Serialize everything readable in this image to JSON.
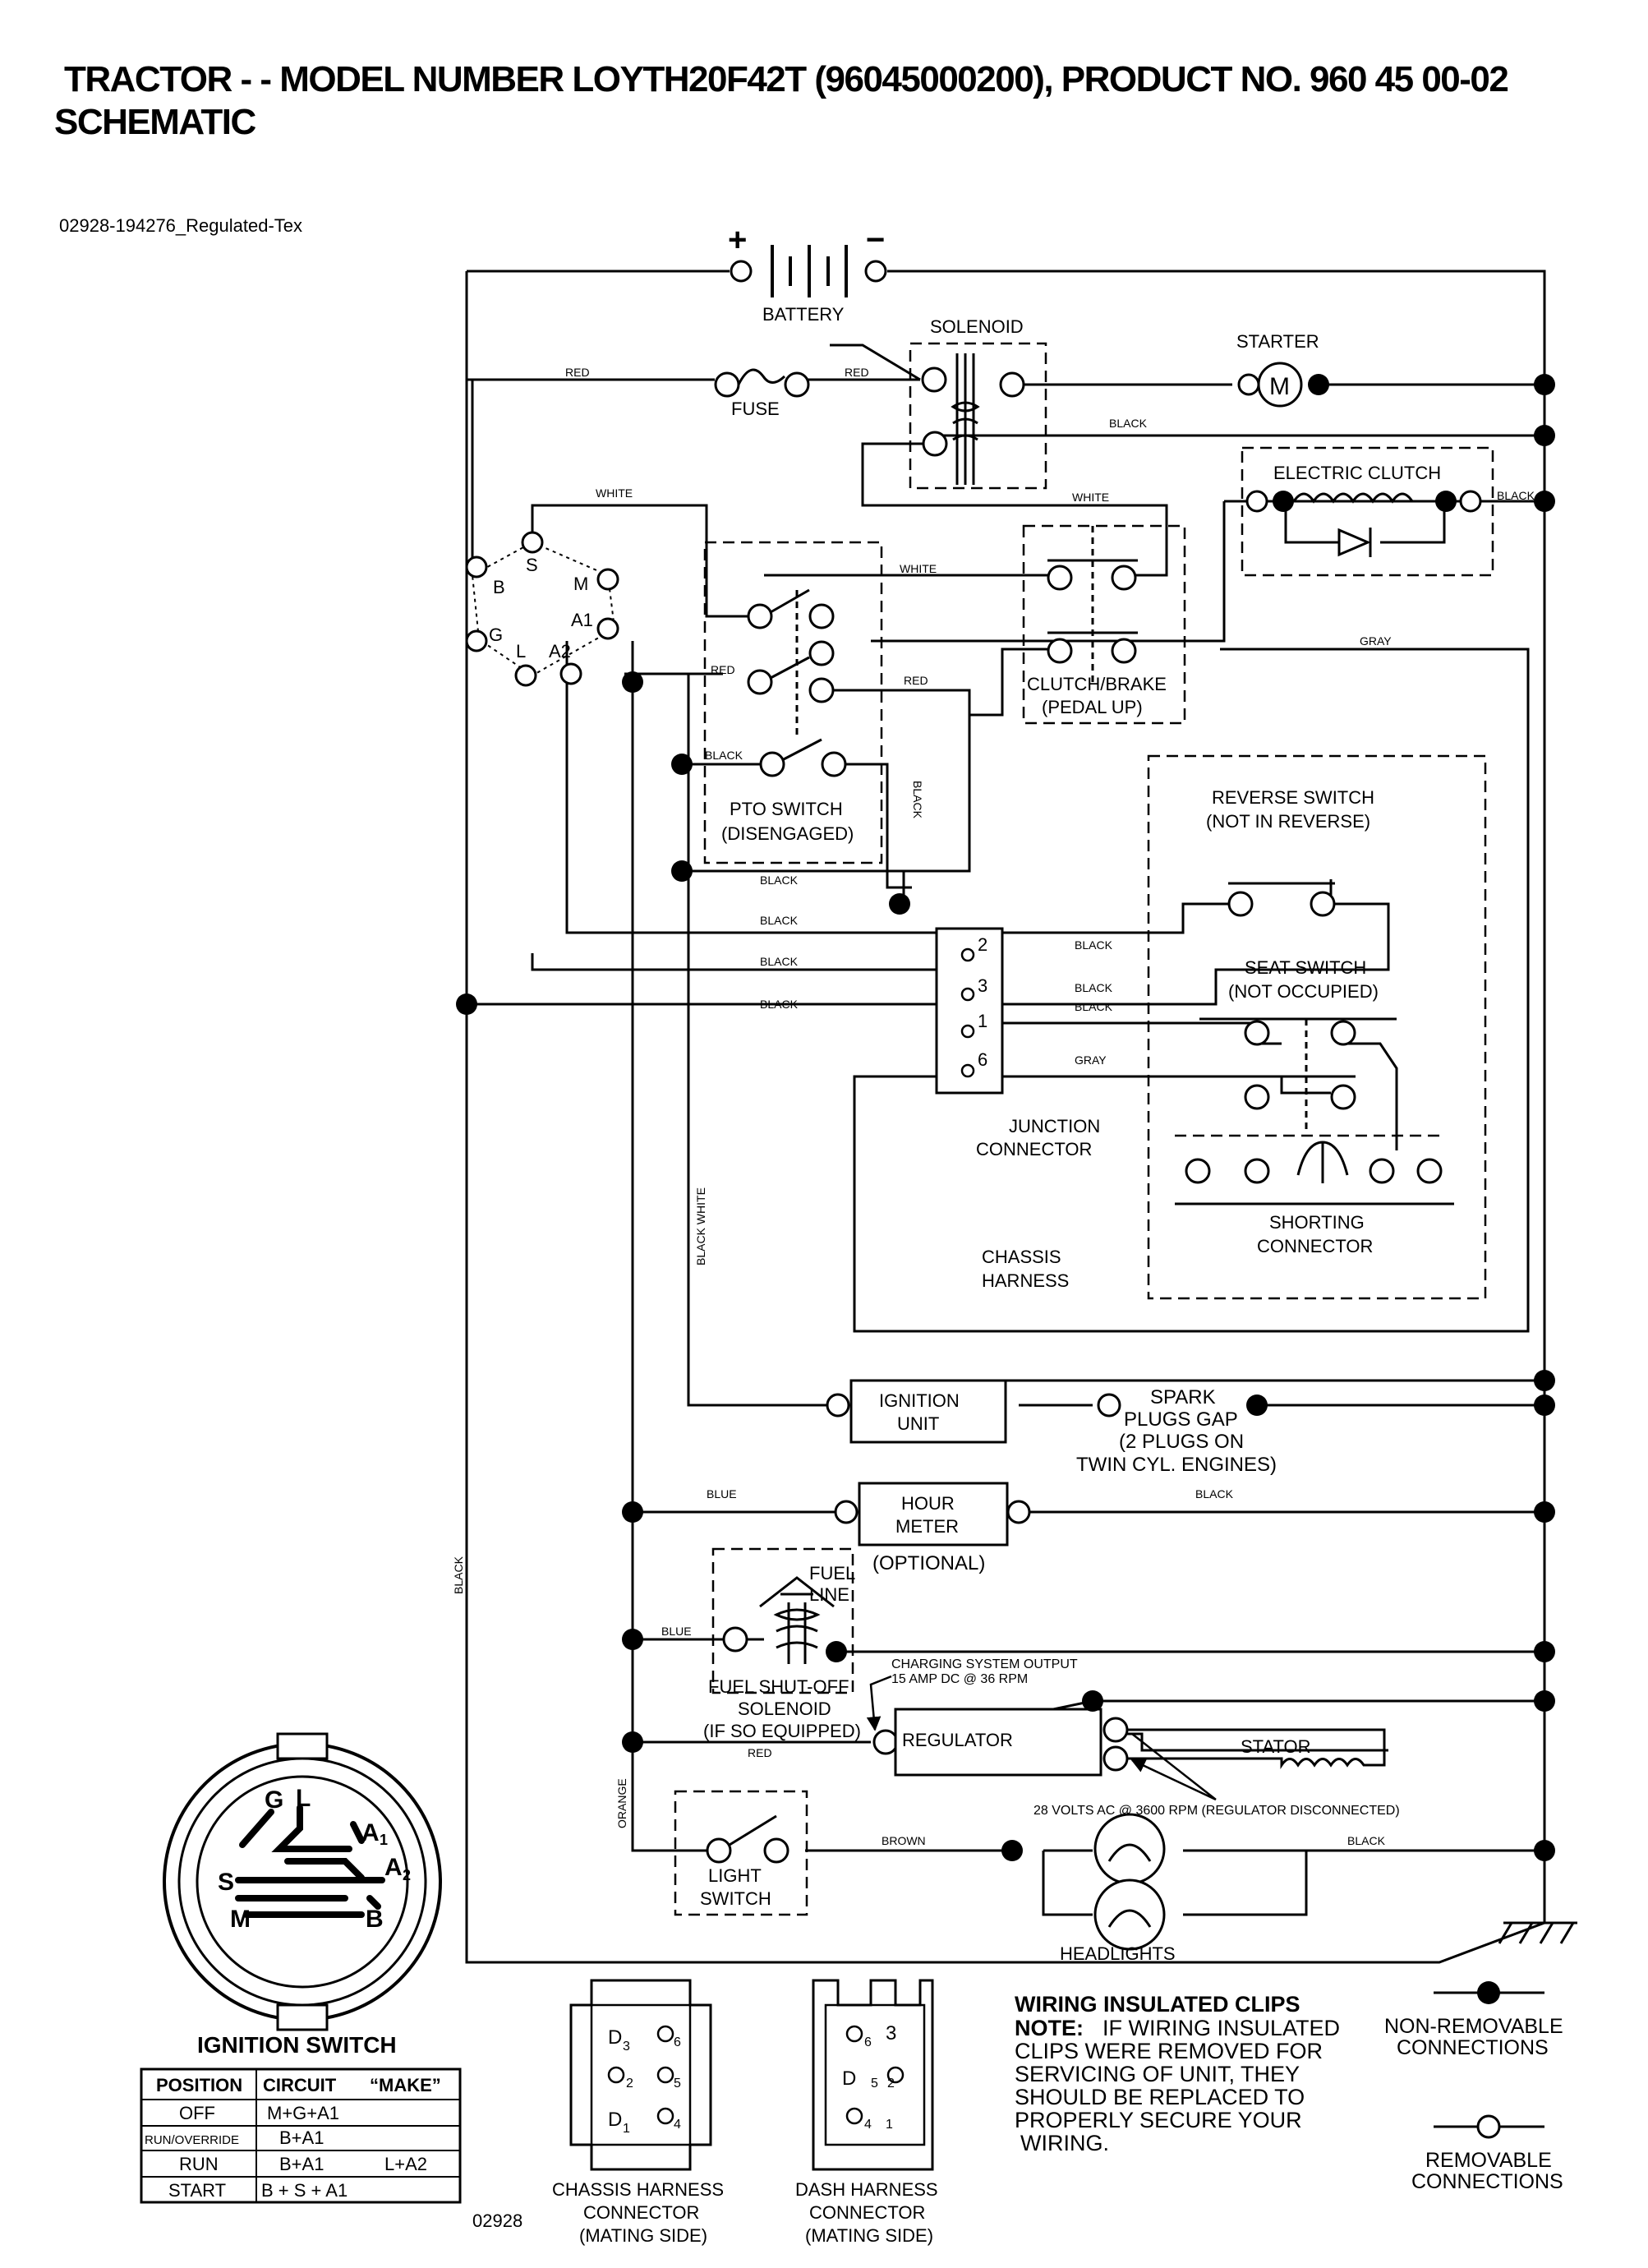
{
  "header": {
    "title_line1": "TRACTOR - - MODEL NUMBER LOYTH20F42T (96045000200), PRODUCT NO. 960 45 00-02",
    "title_line2": "SCHEMATIC",
    "drawing_ref": "02928-194276_Regulated-Tex"
  },
  "components": {
    "battery": "BATTERY",
    "battery_plus": "+",
    "battery_minus": "−",
    "solenoid": "SOLENOID",
    "starter": "STARTER",
    "starter_symbol": "M",
    "fuse": "FUSE",
    "electric_clutch": "ELECTRIC CLUTCH",
    "clutch_brake_1": "CLUTCH/BRAKE",
    "clutch_brake_2": "(PEDAL UP)",
    "pto_switch_1": "PTO SWITCH",
    "pto_switch_2": "(DISENGAGED)",
    "reverse_switch_1": "REVERSE SWITCH",
    "reverse_switch_2": "(NOT IN REVERSE)",
    "seat_switch_1": "SEAT SWITCH",
    "seat_switch_2": "(NOT OCCUPIED)",
    "junction_connector_1": "JUNCTION",
    "junction_connector_2": "CONNECTOR",
    "chassis_harness_1": "CHASSIS",
    "chassis_harness_2": "HARNESS",
    "shorting_connector_1": "SHORTING",
    "shorting_connector_2": "CONNECTOR",
    "ignition_unit_1": "IGNITION",
    "ignition_unit_2": "UNIT",
    "spark_1": "SPARK",
    "spark_2": "PLUGS GAP",
    "spark_3": "(2 PLUGS ON",
    "spark_4": "TWIN CYL. ENGINES)",
    "hour_meter_1": "HOUR",
    "hour_meter_2": "METER",
    "hour_meter_3": "(OPTIONAL)",
    "fuel_line_1": "FUEL",
    "fuel_line_2": "LINE",
    "fuel_solenoid_1": "FUEL SHUT-OFF",
    "fuel_solenoid_2": "SOLENOID",
    "fuel_solenoid_3": "(IF SO EQUIPPED)",
    "charging_1": "CHARGING SYSTEM OUTPUT",
    "charging_2": "15 AMP DC @ 36 RPM",
    "regulator": "REGULATOR",
    "stator": "STATOR",
    "stator_note": "28 VOLTS AC @ 3600 RPM (REGULATOR DISCONNECTED)",
    "light_switch_1": "LIGHT",
    "light_switch_2": "SWITCH",
    "headlights": "HEADLIGHTS"
  },
  "ignition_terminals": {
    "s": "S",
    "b": "B",
    "m": "M",
    "g": "G",
    "a1": "A1",
    "l": "L",
    "a2": "A2"
  },
  "junction_pins": {
    "p2": "2",
    "p3": "3",
    "p1": "1",
    "p6": "6"
  },
  "wire_labels": {
    "red": "RED",
    "white": "WHITE",
    "black": "BLACK",
    "gray": "GRAY",
    "blue": "BLUE",
    "orange": "ORANGE",
    "brown": "BROWN",
    "black_white": "BLACK WHITE"
  },
  "ignition_switch": {
    "face_letters": {
      "g": "G",
      "l": "L",
      "a1": "A",
      "a1_sub": "1",
      "s": "S",
      "a2": "A",
      "a2_sub": "2",
      "m": "M",
      "b": "B"
    },
    "title": "IGNITION SWITCH",
    "columns": [
      "POSITION",
      "CIRCUIT",
      "“MAKE”"
    ],
    "rows": [
      {
        "position": "OFF",
        "circuit": "M+G+A1",
        "make": ""
      },
      {
        "position": "RUN/OVERRIDE",
        "circuit": "B+A1",
        "make": ""
      },
      {
        "position": "RUN",
        "circuit": "B+A1",
        "make": "L+A2"
      },
      {
        "position": "START",
        "circuit": "B + S + A1",
        "make": ""
      }
    ],
    "code": "02928"
  },
  "connectors": {
    "chassis": [
      "CHASSIS HARNESS",
      "CONNECTOR",
      "(MATING SIDE)"
    ],
    "chassis_pins": {
      "d3": "D",
      "d3n": "3",
      "p6": "6",
      "p2": "2",
      "p5": "5",
      "d1": "D",
      "d1n": "1",
      "p4": "4"
    },
    "dash": [
      "DASH HARNESS",
      "CONNECTOR",
      "(MATING SIDE)"
    ],
    "dash_pins": {
      "p6": "6",
      "p3": "3",
      "d5": "D",
      "d5n": "5",
      "p2": "2",
      "p4": "4",
      "p1": "1"
    }
  },
  "notes": {
    "heading": "WIRING INSULATED CLIPS",
    "note_label": "NOTE:",
    "lines": [
      "IF WIRING INSULATED",
      "CLIPS WERE REMOVED FOR",
      "SERVICING OF UNIT, THEY",
      "SHOULD BE REPLACED TO",
      "PROPERLY SECURE YOUR",
      "WIRING."
    ]
  },
  "legend": {
    "non_removable_1": "NON-REMOVABLE",
    "non_removable_2": "CONNECTIONS",
    "removable_1": "REMOVABLE",
    "removable_2": "CONNECTIONS"
  }
}
